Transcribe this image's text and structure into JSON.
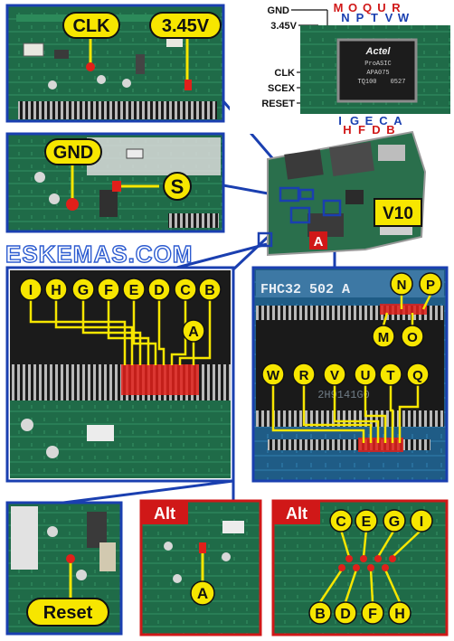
{
  "panels": {
    "top_left": {
      "labels": [
        "CLK",
        "3.45V"
      ]
    },
    "chip": {
      "pins_top_red": [
        "M",
        "O",
        "Q",
        "U",
        "R"
      ],
      "pins_top_blue": [
        "N",
        "P",
        "T",
        "V",
        "W"
      ],
      "pins_bottom_blue": [
        "I",
        "G",
        "E",
        "C",
        "A"
      ],
      "pins_bottom_red": [
        "H",
        "F",
        "D",
        "B"
      ],
      "left_labels": [
        "GND",
        "3.45V",
        "CLK",
        "SCEX",
        "RESET"
      ],
      "chip_brand": "Actel",
      "chip_lines": [
        "ProASIC",
        "APA075",
        "TQ100",
        "0527"
      ]
    },
    "gnd": {
      "labels": [
        "GND",
        "S"
      ]
    },
    "board": {
      "label_v10": "V10",
      "label_a": "A"
    },
    "watermark": "ESKEMAS.COM",
    "connector_left": {
      "labels": [
        "I",
        "H",
        "G",
        "F",
        "E",
        "D",
        "C",
        "B"
      ],
      "label_a": "A"
    },
    "connector_right": {
      "pcb_text": "FHC32 502 A",
      "chip_text": "2H9141G0",
      "top_labels": [
        "N",
        "P"
      ],
      "mid_labels": [
        "M",
        "O"
      ],
      "bottom_labels": [
        "W",
        "R",
        "V",
        "U",
        "T",
        "Q"
      ]
    },
    "reset": {
      "label": "Reset"
    },
    "alt1": {
      "tag": "Alt",
      "label": "A"
    },
    "alt2": {
      "tag": "Alt",
      "top_labels": [
        "C",
        "E",
        "G",
        "I"
      ],
      "bottom_labels": [
        "B",
        "D",
        "F",
        "H"
      ]
    }
  },
  "colors": {
    "pcb_green": "#1f6b48",
    "pcb_blue": "#1f5c86",
    "label_yellow": "#f7e600",
    "frame_blue": "#1a3fb0",
    "frame_red": "#d01818",
    "trace_red": "#e0201a"
  }
}
